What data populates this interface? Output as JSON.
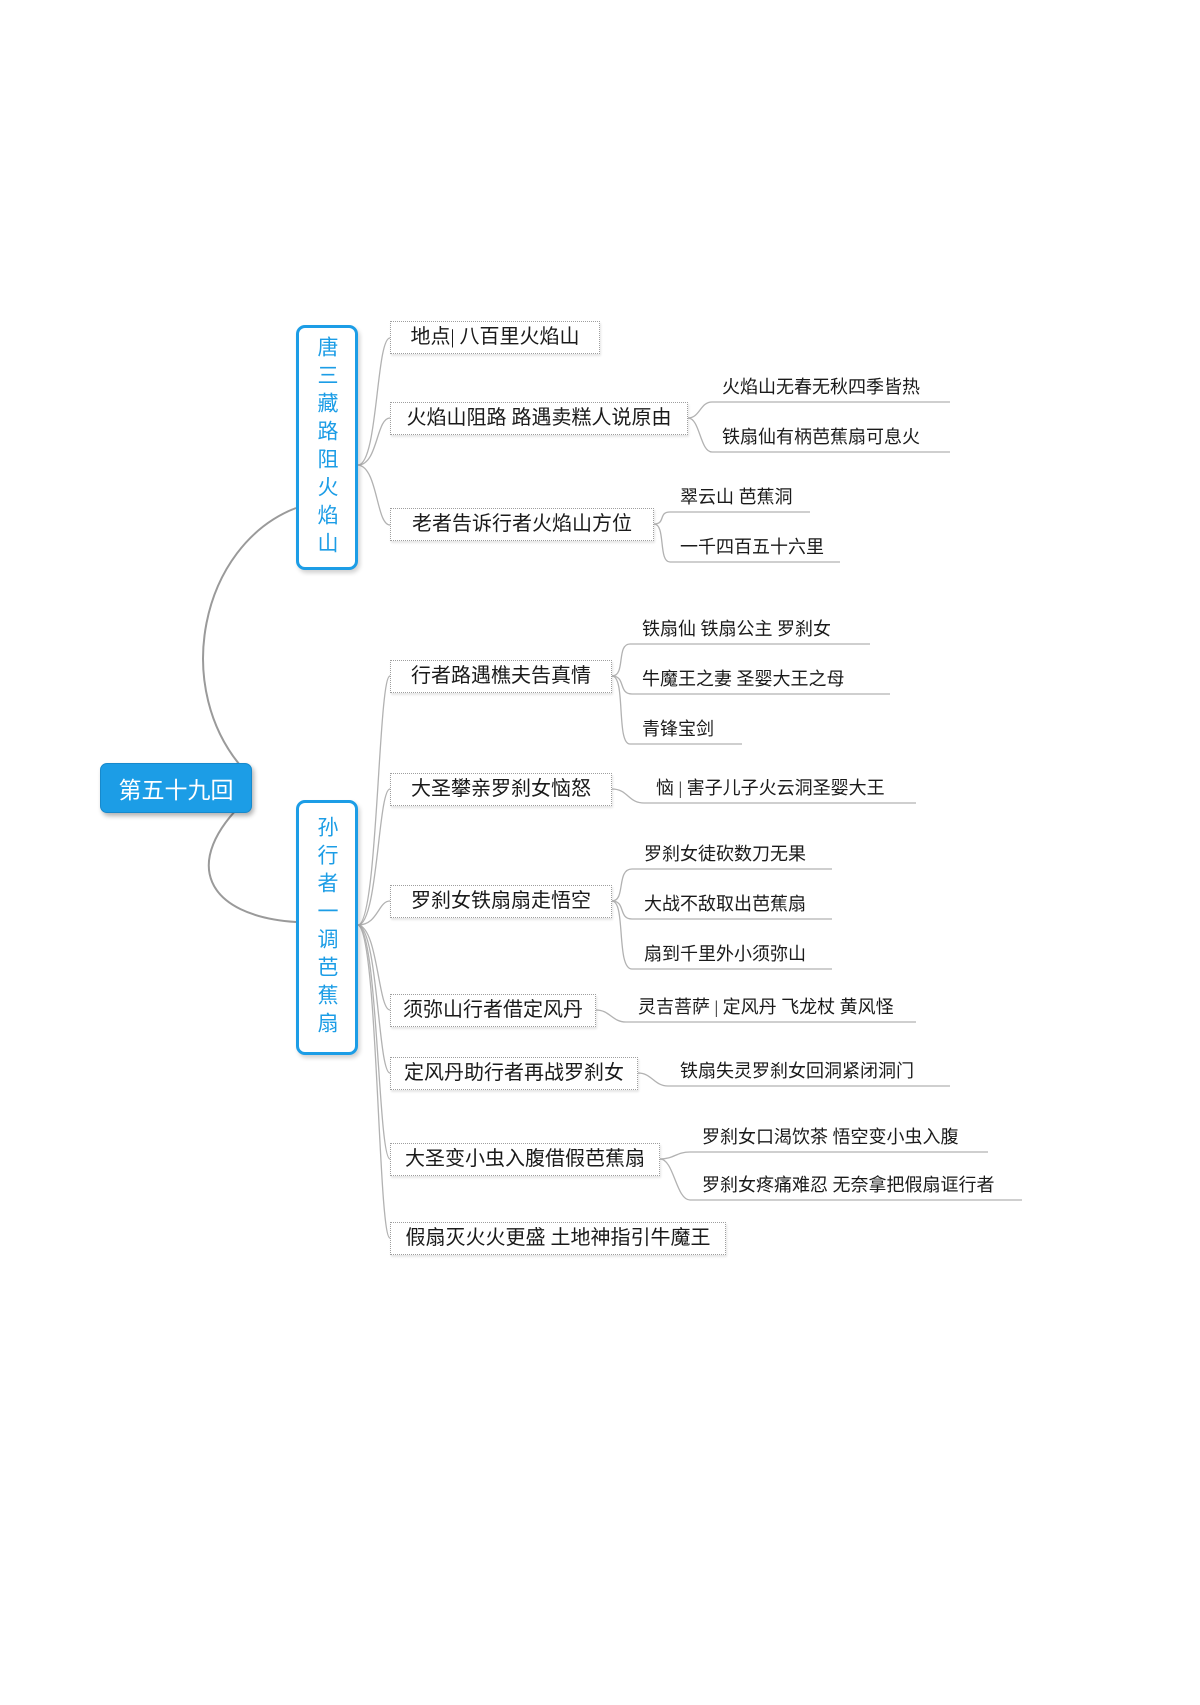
{
  "colors": {
    "accent": "#1c9de6",
    "connector": "#b2b2b2",
    "root_connector": "#9a9a9a",
    "topic_border": "#9e9e9e",
    "text": "#1a1a1a"
  },
  "root": {
    "label": "第五十九回"
  },
  "branches": [
    {
      "label": "唐三藏路阻火焰山",
      "children": [
        {
          "label": "地点| 八百里火焰山",
          "children": []
        },
        {
          "label": "火焰山阻路 路遇卖糕人说原由",
          "children": [
            {
              "label": "火焰山无春无秋四季皆热"
            },
            {
              "label": "铁扇仙有柄芭蕉扇可息火"
            }
          ]
        },
        {
          "label": "老者告诉行者火焰山方位",
          "children": [
            {
              "label": "翠云山 芭蕉洞"
            },
            {
              "label": "一千四百五十六里"
            }
          ]
        }
      ]
    },
    {
      "label": "孙行者一调芭蕉扇",
      "children": [
        {
          "label": "行者路遇樵夫告真情",
          "children": [
            {
              "label": "铁扇仙 铁扇公主 罗刹女"
            },
            {
              "label": "牛魔王之妻 圣婴大王之母"
            },
            {
              "label": "青锋宝剑"
            }
          ]
        },
        {
          "label": "大圣攀亲罗刹女恼怒",
          "children": [
            {
              "label": "恼 | 害子儿子火云洞圣婴大王"
            }
          ]
        },
        {
          "label": "罗刹女铁扇扇走悟空",
          "children": [
            {
              "label": "罗刹女徒砍数刀无果"
            },
            {
              "label": "大战不敌取出芭蕉扇"
            },
            {
              "label": "扇到千里外小须弥山"
            }
          ]
        },
        {
          "label": "须弥山行者借定风丹",
          "children": [
            {
              "label": "灵吉菩萨 | 定风丹 飞龙杖 黄风怪"
            }
          ]
        },
        {
          "label": "定风丹助行者再战罗刹女",
          "children": [
            {
              "label": "铁扇失灵罗刹女回洞紧闭洞门"
            }
          ]
        },
        {
          "label": "大圣变小虫入腹借假芭蕉扇",
          "children": [
            {
              "label": "罗刹女口渴饮茶 悟空变小虫入腹"
            },
            {
              "label": "罗刹女疼痛难忍 无奈拿把假扇诓行者"
            }
          ]
        },
        {
          "label": "假扇灭火火更盛 土地神指引牛魔王",
          "children": []
        }
      ]
    }
  ]
}
